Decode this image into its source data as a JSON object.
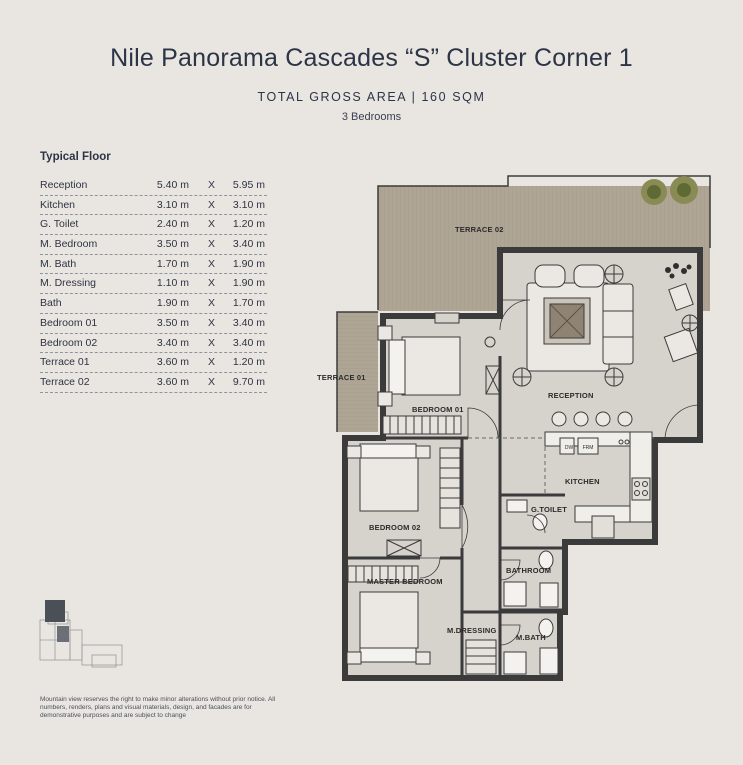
{
  "header": {
    "title": "Nile Panorama Cascades “S” Cluster Corner 1",
    "subtitle": "TOTAL GROSS AREA | 160 SQM",
    "bedrooms": "3 Bedrooms"
  },
  "table": {
    "heading": "Typical Floor",
    "separator": "X",
    "rows": [
      {
        "name": "Reception",
        "w": "5.40  m",
        "l": "5.95  m"
      },
      {
        "name": "Kitchen",
        "w": "3.10  m",
        "l": "3.10  m"
      },
      {
        "name": "G. Toilet",
        "w": "2.40  m",
        "l": "1.20  m"
      },
      {
        "name": "M. Bedroom",
        "w": "3.50  m",
        "l": "3.40  m"
      },
      {
        "name": "M. Bath",
        "w": "1.70  m",
        "l": "1.90  m"
      },
      {
        "name": "M. Dressing",
        "w": "1.10  m",
        "l": "1.90  m"
      },
      {
        "name": "Bath",
        "w": "1.90  m",
        "l": "1.70  m"
      },
      {
        "name": "Bedroom 01",
        "w": "3.50  m",
        "l": "3.40  m"
      },
      {
        "name": "Bedroom 02",
        "w": "3.40  m",
        "l": "3.40  m"
      },
      {
        "name": "Terrace 01",
        "w": "3.60  m",
        "l": "1.20  m"
      },
      {
        "name": "Terrace 02",
        "w": "3.60  m",
        "l": "9.70  m"
      }
    ]
  },
  "plan": {
    "labels": {
      "terrace02": "TERRACE 02",
      "terrace01": "TERRACE 01",
      "reception": "RECEPTION",
      "bedroom01": "BEDROOM 01",
      "kitchen": "KITCHEN",
      "gtoilet": "G.TOILET",
      "bedroom02": "BEDROOM 02",
      "bathroom": "BATHROOM",
      "masterBedroom": "MASTER BEDROOM",
      "mdressing": "M.DRESSING",
      "mbath": "M.BATH"
    },
    "appliances": {
      "dw": "DW",
      "frm": "FRM"
    },
    "colors": {
      "floor": "#d6d2cc",
      "terrace": "#aea595",
      "wall": "#3b3b3b",
      "background": "#e9e6e2"
    }
  },
  "disclaimer": "Mountain view reserves the right to make minor alterations without prior notice. All numbers, renders, plans and visual materials, design, and facades are for demonstrative purposes and are subject to change"
}
